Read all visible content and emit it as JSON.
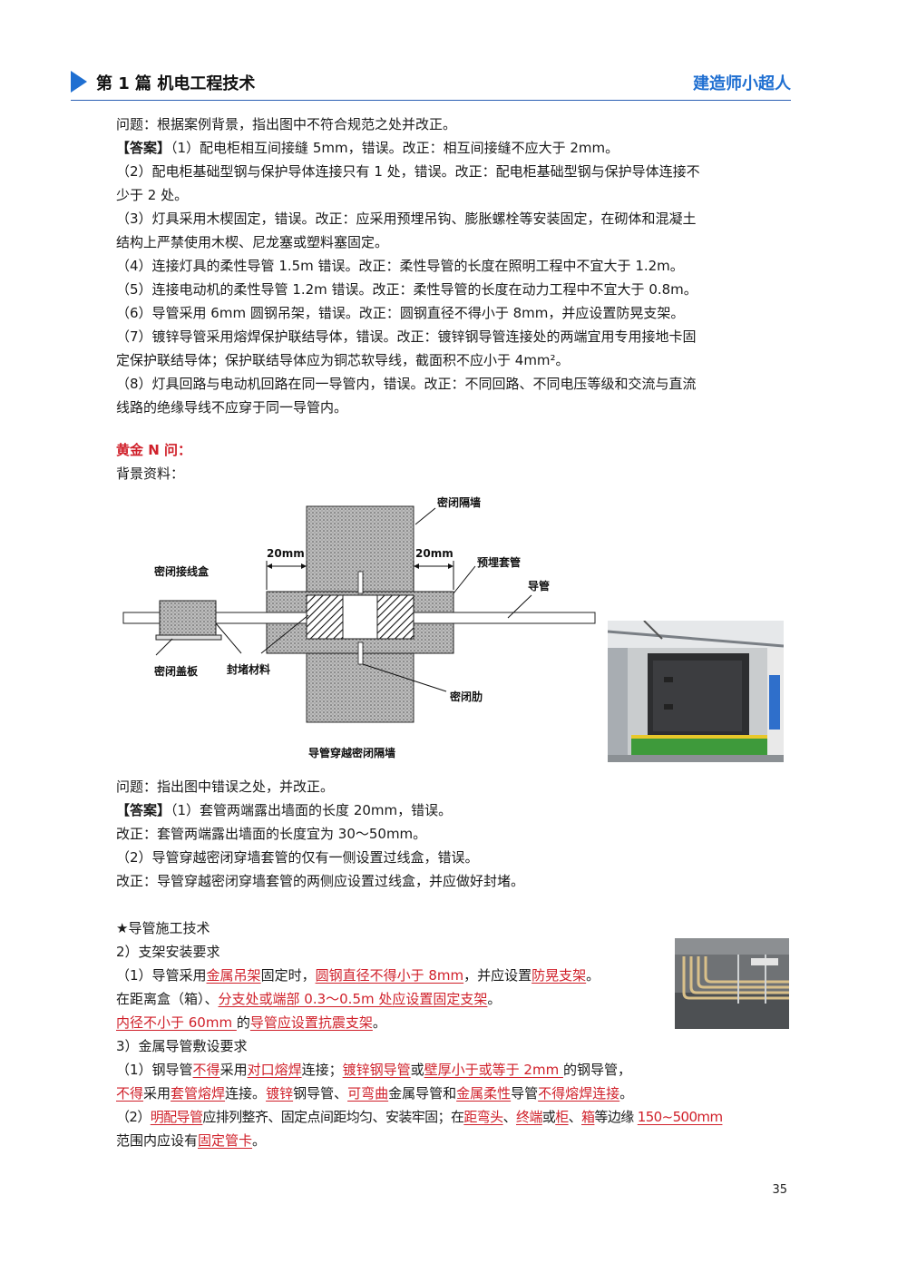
{
  "header": {
    "title": "第 1 篇  机电工程技术",
    "brand": "建造师小超人"
  },
  "section1": {
    "question": "问题：根据案例背景，指出图中不符合规范之处并改正。",
    "answer_label": "【答案】",
    "lines": [
      "（1）配电柜相互间接缝 5mm，错误。改正：相互间接缝不应大于 2mm。",
      "（2）配电柜基础型钢与保护导体连接只有 1 处，错误。改正：配电柜基础型钢与保护导体连接不",
      "少于 2 处。",
      "（3）灯具采用木楔固定，错误。改正：应采用预埋吊钩、膨胀螺栓等安装固定，在砌体和混凝土",
      "结构上严禁使用木楔、尼龙塞或塑料塞固定。",
      "（4）连接灯具的柔性导管 1.5m 错误。改正：柔性导管的长度在照明工程中不宜大于 1.2m。",
      "（5）连接电动机的柔性导管 1.2m 错误。改正：柔性导管的长度在动力工程中不宜大于 0.8m。",
      "（6）导管采用 6mm 圆钢吊架，错误。改正：圆钢直径不得小于 8mm，并应设置防晃支架。",
      "（7）镀锌导管采用熔焊保护联结导体，错误。改正：镀锌钢导管连接处的两端宜用专用接地卡固",
      "定保护联结导体；保护联结导体应为铜芯软导线，截面积不应小于 4mm²。",
      "（8）灯具回路与电动机回路在同一导管内，错误。改正：不同回路、不同电压等级和交流与直流",
      "线路的绝缘导线不应穿于同一导管内。"
    ]
  },
  "golden": {
    "title": "黄金 N 问：",
    "background_label": "背景资料："
  },
  "diagram": {
    "caption": "导管穿越密闭隔墙",
    "labels": {
      "wall": "密闭隔墙",
      "sleeve": "预埋套管",
      "conduit": "导管",
      "junction_box": "密闭接线盒",
      "cover": "密闭盖板",
      "seal_material": "封堵材料",
      "rib": "密闭肋",
      "dim_left": "20mm",
      "dim_right": "20mm"
    }
  },
  "section2": {
    "question": "问题：指出图中错误之处，并改正。",
    "answer_label": "【答案】",
    "answer1": "（1）套管两端露出墙面的长度 20mm，错误。",
    "fix1": "改正：套管两端露出墙面的长度宜为 30～50mm。",
    "answer2": "（2）导管穿越密闭穿墙套管的仅有一侧设置过线盒，错误。",
    "fix2": "改正：导管穿越密闭穿墙套管的两侧应设置过线盒，并应做好封堵。"
  },
  "section3": {
    "title": "★导管施工技术",
    "sub2": "2）支架安装要求",
    "l1": [
      "（1）导管采用",
      "金属吊架",
      "固定时，",
      "圆钢直径不得小于 8mm",
      "，并应设置",
      "防晃支架",
      "。"
    ],
    "l2": [
      "在距离盒（箱）、",
      "分支处或端部 0.3～0.5m 处应设置固定支架",
      "。"
    ],
    "l3": [
      "内径不小于 60mm ",
      "的",
      "导管应设置抗震支架",
      "。"
    ],
    "sub3": "3）金属导管敷设要求",
    "l4": [
      "（1）钢导管",
      "不得",
      "采用",
      "对口熔焊",
      "连接；",
      "镀锌钢导管",
      "或",
      "壁厚小于或等于 2mm ",
      "的钢导管，"
    ],
    "l5": [
      "不得",
      "采用",
      "套管熔焊",
      "连接。",
      "镀锌",
      "钢导管、",
      "可弯曲",
      "金属导管和",
      "金属柔性",
      "导管",
      "不得熔焊连接",
      "。"
    ],
    "l6": [
      "（2）",
      "明配导管",
      "应排列整齐、固定点间距均匀、安装牢固；在",
      "距弯头",
      "、",
      "终端",
      "或",
      "柜",
      "、",
      "箱",
      "等边缘 ",
      "150~500mm"
    ],
    "l7": [
      "范围内应设有",
      "固定管卡",
      "。"
    ]
  },
  "page_number": "35",
  "colors": {
    "accent": "#1f6fd1",
    "highlight": "#d0202a"
  }
}
